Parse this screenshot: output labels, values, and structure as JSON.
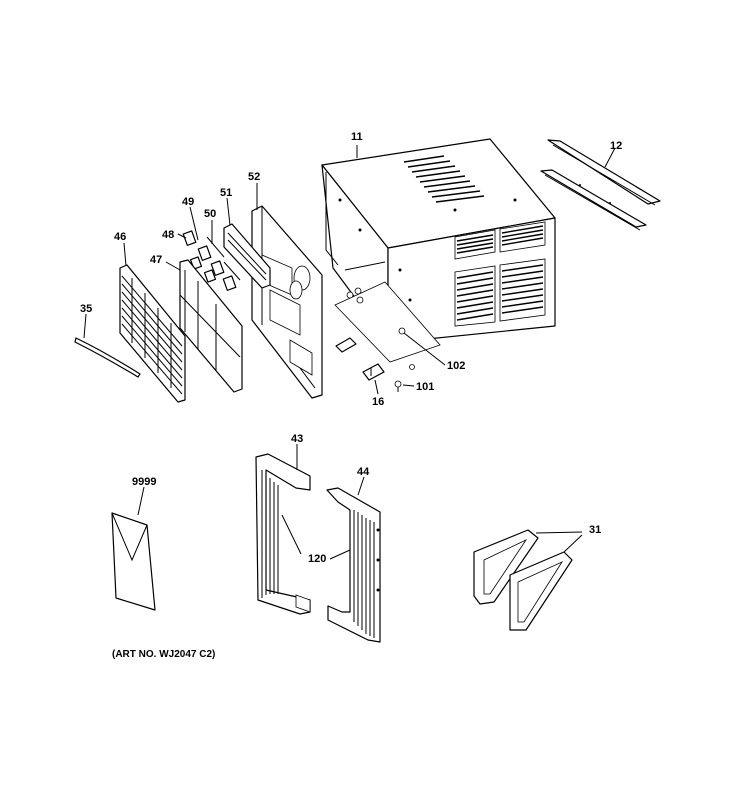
{
  "diagram": {
    "parts": [
      {
        "id": "11",
        "label": "11"
      },
      {
        "id": "12",
        "label": "12"
      },
      {
        "id": "16",
        "label": "16"
      },
      {
        "id": "31",
        "label": "31"
      },
      {
        "id": "35",
        "label": "35"
      },
      {
        "id": "43",
        "label": "43"
      },
      {
        "id": "44",
        "label": "44"
      },
      {
        "id": "46",
        "label": "46"
      },
      {
        "id": "47",
        "label": "47"
      },
      {
        "id": "48",
        "label": "48"
      },
      {
        "id": "49",
        "label": "49"
      },
      {
        "id": "50",
        "label": "50"
      },
      {
        "id": "51",
        "label": "51"
      },
      {
        "id": "52",
        "label": "52"
      },
      {
        "id": "101",
        "label": "101"
      },
      {
        "id": "102",
        "label": "102"
      },
      {
        "id": "120",
        "label": "120"
      },
      {
        "id": "9999",
        "label": "9999"
      }
    ],
    "art_number": "(ART NO. WJ2047 C2)"
  }
}
